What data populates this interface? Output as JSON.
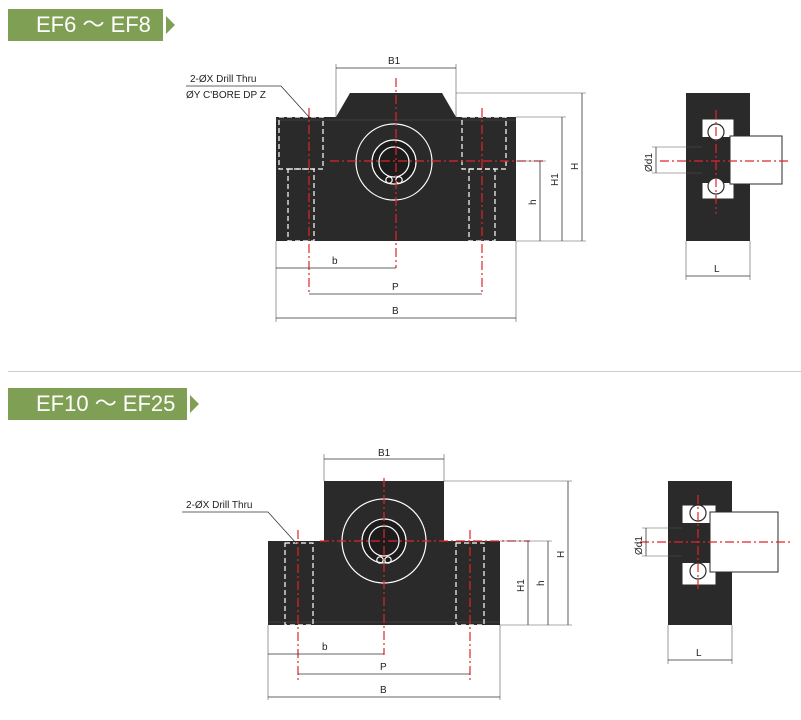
{
  "sections": [
    {
      "title": "EF6 ～ EF8",
      "leader_line1": "2-ØX Drill Thru",
      "leader_line2": "ØY C'BORE DP Z",
      "dims": {
        "B1": "B1",
        "b": "b",
        "P": "P",
        "B": "B",
        "h": "h",
        "H1": "H1",
        "H": "H",
        "d1": "Ød1",
        "L": "L"
      }
    },
    {
      "title": "EF10 ～ EF25",
      "leader_line1": "2-ØX Drill Thru",
      "dims": {
        "B1": "B1",
        "b": "b",
        "P": "P",
        "B": "B",
        "h": "h",
        "H1": "H1",
        "H": "H",
        "d1": "Ød1",
        "L": "L"
      }
    }
  ],
  "colors": {
    "tag": "#7f9f55",
    "body": "#2a2a2a",
    "center_line": "#e0242b"
  }
}
